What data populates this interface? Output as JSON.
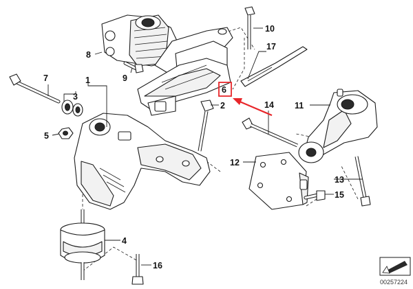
{
  "callouts": {
    "c1": "1",
    "c2": "2",
    "c3": "3",
    "c4": "4",
    "c5": "5",
    "c6": "6",
    "c7": "7",
    "c8": "8",
    "c9": "9",
    "c10": "10",
    "c11": "11",
    "c12": "12",
    "c13": "13",
    "c14": "14",
    "c15": "15",
    "c16": "16",
    "c17": "17"
  },
  "diagram_code": "00257224",
  "highlight_color": "#e8262a"
}
